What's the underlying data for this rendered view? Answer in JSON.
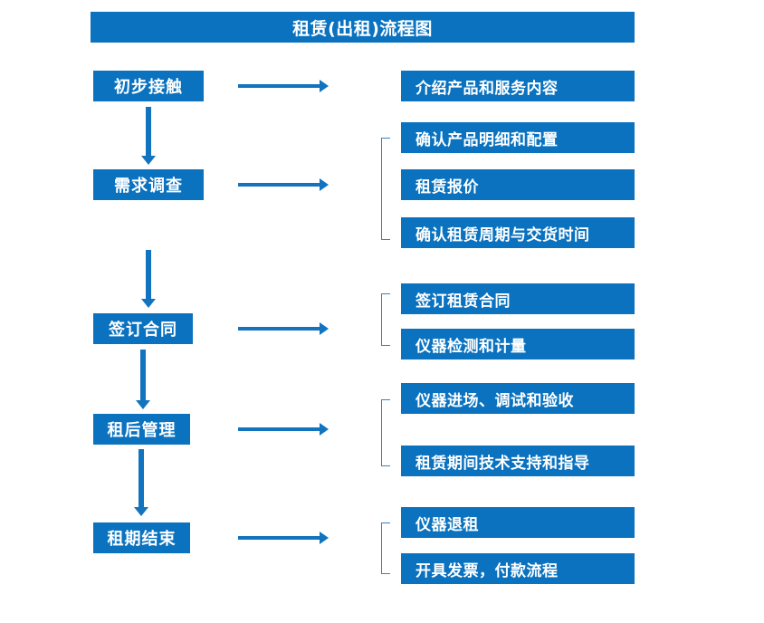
{
  "diagram": {
    "title": "租赁(出租)流程图",
    "accent_color": "#0A72BF",
    "arrow_color": "#1273BE",
    "bracket_color": "#3E7FBF",
    "text_color": "#FFFFFF",
    "background_color": "#FFFFFF"
  },
  "stages": [
    {
      "label": "初步接触"
    },
    {
      "label": "需求调查"
    },
    {
      "label": "签订合同"
    },
    {
      "label": "租后管理"
    },
    {
      "label": "租期结束"
    }
  ],
  "details": [
    {
      "label": "介绍产品和服务内容"
    },
    {
      "label": "确认产品明细和配置"
    },
    {
      "label": "租赁报价"
    },
    {
      "label": "确认租赁周期与交货时间"
    },
    {
      "label": "签订租赁合同"
    },
    {
      "label": "仪器检测和计量"
    },
    {
      "label": "仪器进场、调试和验收"
    },
    {
      "label": "租赁期间技术支持和指导"
    },
    {
      "label": "仪器退租"
    },
    {
      "label": "开具发票，付款流程"
    }
  ],
  "groups": [
    {
      "stage": "初步接触",
      "detail_labels": [
        "介绍产品和服务内容"
      ],
      "bracketed": false
    },
    {
      "stage": "需求调查",
      "detail_labels": [
        "确认产品明细和配置",
        "租赁报价",
        "确认租赁周期与交货时间"
      ],
      "bracketed": true
    },
    {
      "stage": "签订合同",
      "detail_labels": [
        "签订租赁合同",
        "仪器检测和计量"
      ],
      "bracketed": true
    },
    {
      "stage": "租后管理",
      "detail_labels": [
        "仪器进场、调试和验收",
        "租赁期间技术支持和指导"
      ],
      "bracketed": true
    },
    {
      "stage": "租期结束",
      "detail_labels": [
        "仪器退租",
        "开具发票，付款流程"
      ],
      "bracketed": true
    }
  ],
  "flow_connections": [
    {
      "from": "初步接触",
      "to": "需求调查",
      "direction": "down"
    },
    {
      "from": "需求调查",
      "to": "签订合同",
      "direction": "down"
    },
    {
      "from": "签订合同",
      "to": "租后管理",
      "direction": "down"
    },
    {
      "from": "租后管理",
      "to": "租期结束",
      "direction": "down"
    },
    {
      "from": "初步接触",
      "to": "介绍产品和服务内容",
      "direction": "right"
    },
    {
      "from": "需求调查",
      "to": "确认产品明细和配置",
      "direction": "right"
    },
    {
      "from": "签订合同",
      "to": "签订租赁合同",
      "direction": "right"
    },
    {
      "from": "租后管理",
      "to": "仪器进场、调试和验收",
      "direction": "right"
    },
    {
      "from": "租期结束",
      "to": "仪器退租",
      "direction": "right"
    }
  ]
}
